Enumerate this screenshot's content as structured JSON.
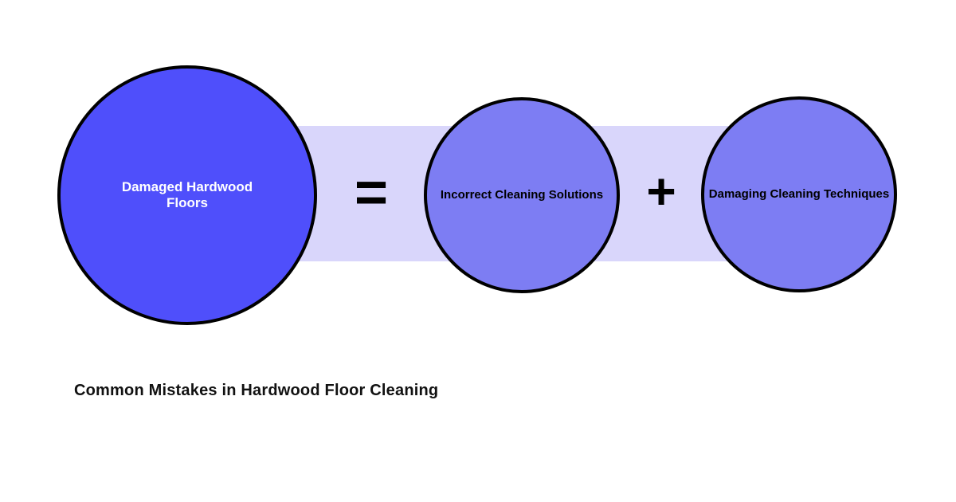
{
  "diagram": {
    "title": "Common Mistakes in Hardwood Floor Cleaning",
    "equation": {
      "result": "Damaged Hardwood Floors",
      "equals_operator": "=",
      "operand_1": "Incorrect Cleaning Solutions",
      "plus_operator": "+",
      "operand_2": "Damaging Cleaning Techniques"
    }
  },
  "colors": {
    "background": "#ffffff",
    "band_fill": "#d9d6fb",
    "result_circle_fill": "#4f4ffb",
    "operand_circle_fill": "#7d7df3",
    "circle_stroke": "#000000",
    "result_text": "#ffffff",
    "operand_text": "#000000",
    "title_text": "#111111"
  }
}
